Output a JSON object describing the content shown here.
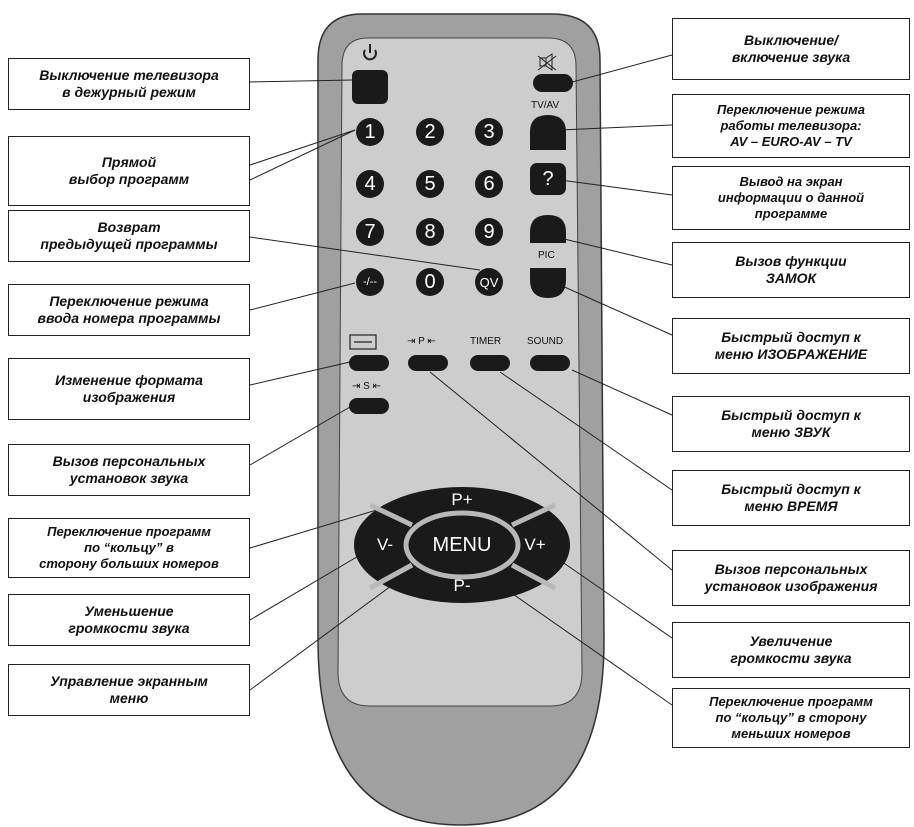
{
  "remote": {
    "buttons": {
      "num_1": "1",
      "num_2": "2",
      "num_3": "3",
      "num_4": "4",
      "num_5": "5",
      "num_6": "6",
      "num_7": "7",
      "num_8": "8",
      "num_9": "9",
      "dash": "-/--",
      "num_0": "0",
      "qv": "QV",
      "info": "?"
    },
    "small_labels": {
      "tvav": "TV/AV",
      "pic": "PIC",
      "p_fav": "⇥ P ⇤",
      "timer": "TIMER",
      "sound": "SOUND",
      "s_fav": "⇥ S ⇤"
    },
    "nav": {
      "menu": "MENU",
      "p_plus": "P+",
      "p_minus": "P-",
      "v_minus": "V-",
      "v_plus": "V+"
    }
  },
  "callouts": {
    "standby": "Выключение телевизора\nв дежурный режим",
    "direct": "Прямой\nвыбор программ",
    "recall": "Возврат\nпредыдущей программы",
    "input_mode": "Переключение режима\nввода номера программы",
    "aspect": "Изменение формата\nизображения",
    "sound_pers": "Вызов персональных\nустановок звука",
    "prog_up": "Переключение программ\nпо “кольцу” в\nсторону больших номеров",
    "vol_down": "Уменьшение\nгромкости звука",
    "menu": "Управление  экранным\nменю",
    "mute": "Выключение/\nвключение звука",
    "tvav": "Переключение режима\nработы телевизора:\nAV – EURO-AV – TV",
    "info": "Вывод  на  экран\nинформации о  данной\nпрограмме",
    "lock": "Вызов функции\nЗАМОК",
    "picture_menu": "Быстрый доступ к\nменю ИЗОБРАЖЕНИЕ",
    "sound_menu": "Быстрый доступ к\nменю ЗВУК",
    "time_menu": "Быстрый доступ к\nменю  ВРЕМЯ",
    "picture_pers": "Вызов персональных\nустановок изображения",
    "vol_up": "Увеличение\nгромкости звука",
    "prog_down": "Переключение программ\nпо “кольцу” в сторону\nменьших номеров"
  },
  "colors": {
    "remote_body": "#a0a0a0",
    "remote_face": "#cdcdcd",
    "button": "#1a1a1a",
    "ring": "#b8b8b8"
  }
}
